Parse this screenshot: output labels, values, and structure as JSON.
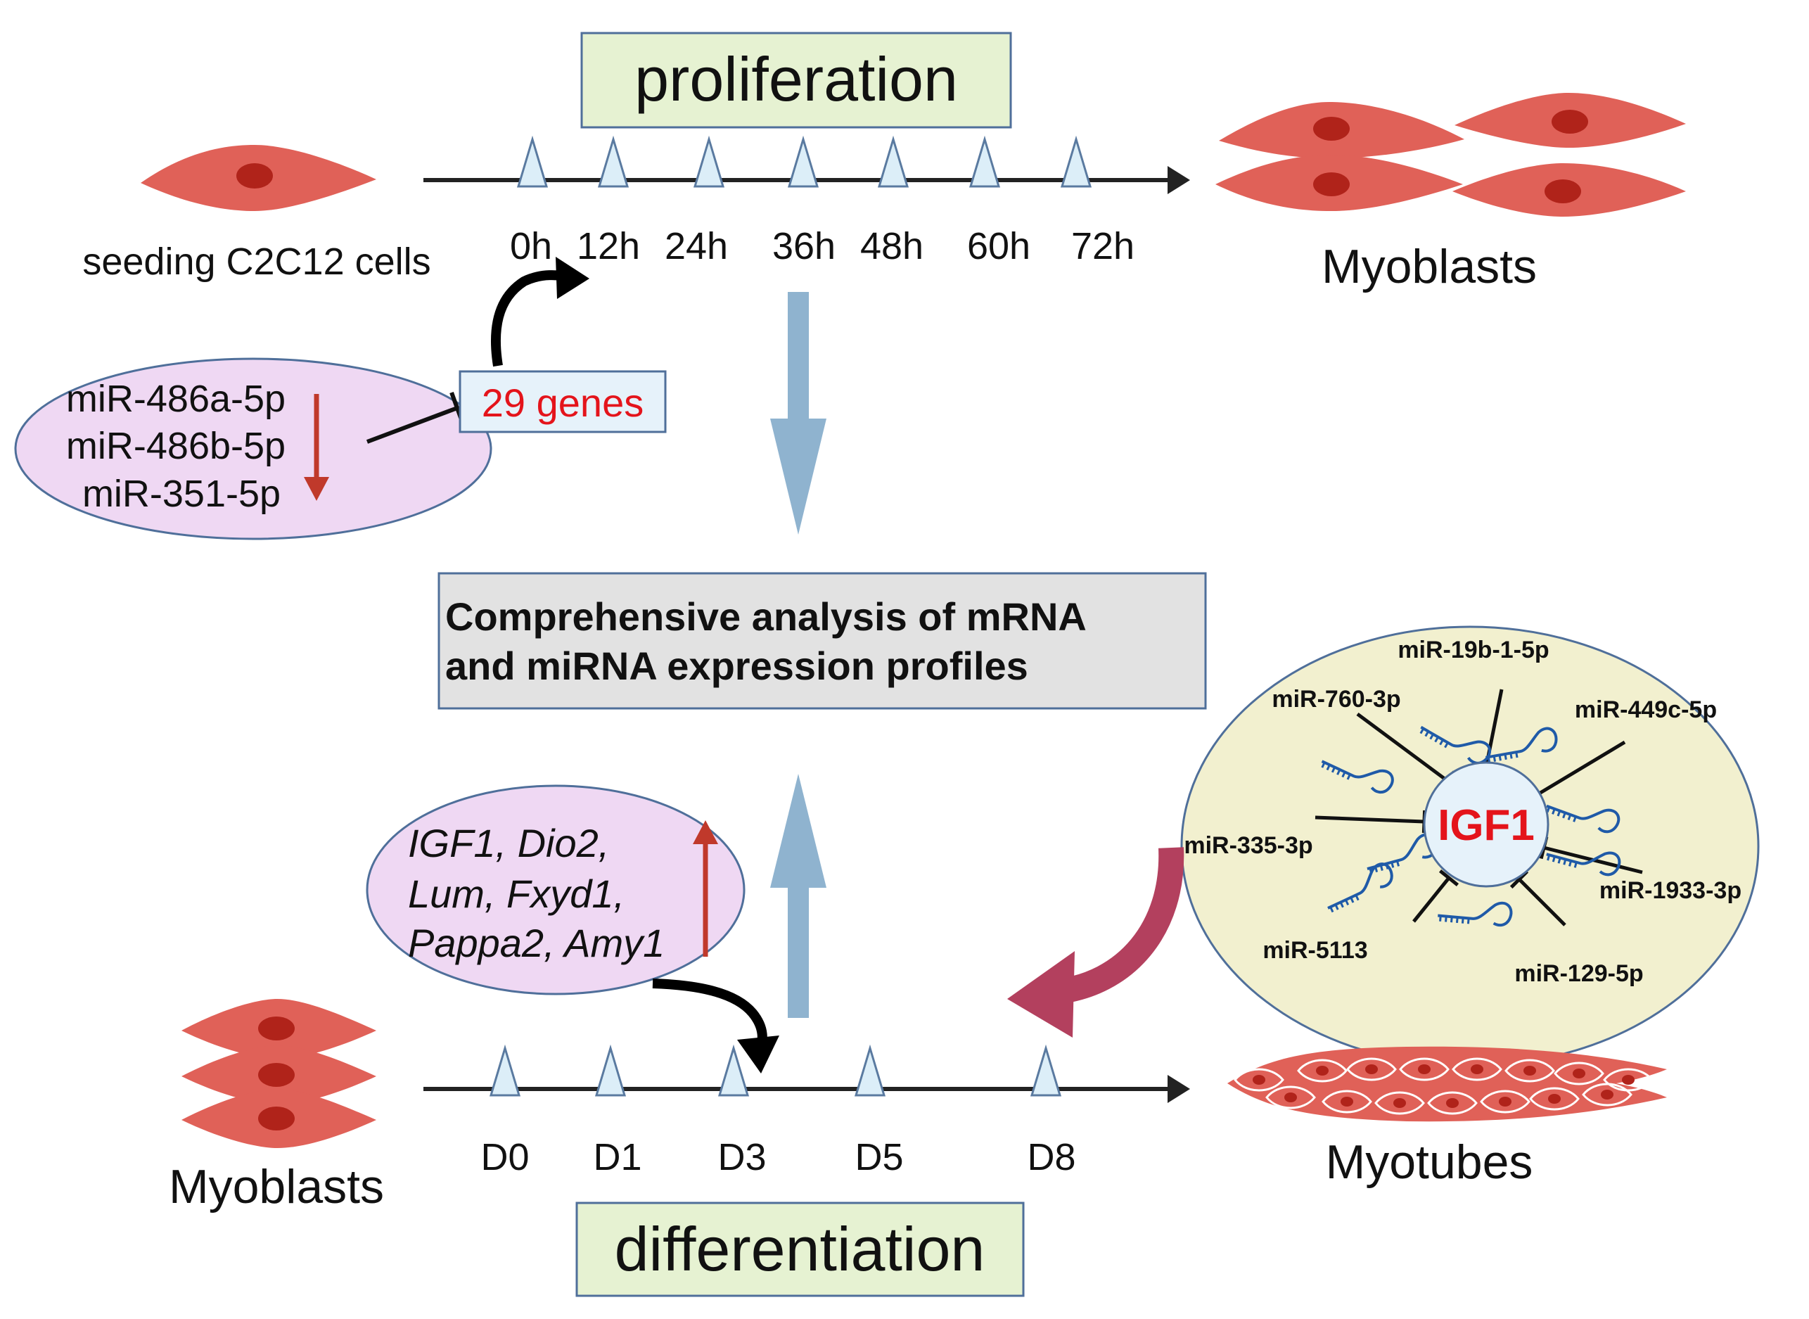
{
  "colors": {
    "cell_body": "#e06158",
    "nucleus": "#b0231a",
    "timeline": "#222222",
    "marker_fill": "#dceef8",
    "marker_stroke": "#5a7aa0",
    "phase_box_fill": "#e6f2d2",
    "phase_box_stroke": "#4f6f9a",
    "oval_fill": "#efd8f3",
    "igf1_oval_fill": "#f2f0cf",
    "analysis_box_fill": "#e2e2e2",
    "big_arrow": "#8fb3cf",
    "curved_arrow": "#b3405e",
    "mirna_icon": "#1f5aa8",
    "highlight_text": "#e4141b",
    "trend_arrow": "#c0392b"
  },
  "proliferation": {
    "title": "proliferation",
    "start_label": "seeding C2C12 cells",
    "end_label": "Myoblasts",
    "timepoints": [
      "0h",
      "12h",
      "24h",
      "36h",
      "48h",
      "60h",
      "72h"
    ]
  },
  "down_mirnas": {
    "items": [
      "miR-486a-5p",
      "miR-486b-5p",
      "miR-351-5p"
    ],
    "trend": "down",
    "target_label": "29 genes"
  },
  "analysis": {
    "line1": "Comprehensive analysis of mRNA",
    "line2": "and miRNA expression profiles"
  },
  "up_genes": {
    "line1": "IGF1, Dio2,",
    "line2": "Lum, Fxyd1,",
    "line3": "Pappa2, Amy1",
    "trend": "up"
  },
  "igf1_network": {
    "center": "IGF1",
    "mirnas": [
      "miR-19b-1-5p",
      "miR-449c-5p",
      "miR-1933-3p",
      "miR-129-5p",
      "miR-5113",
      "miR-335-3p",
      "miR-760-3p"
    ]
  },
  "differentiation": {
    "title": "differentiation",
    "start_label": "Myoblasts",
    "end_label": "Myotubes",
    "timepoints": [
      "D0",
      "D1",
      "D3",
      "D5",
      "D8"
    ]
  }
}
